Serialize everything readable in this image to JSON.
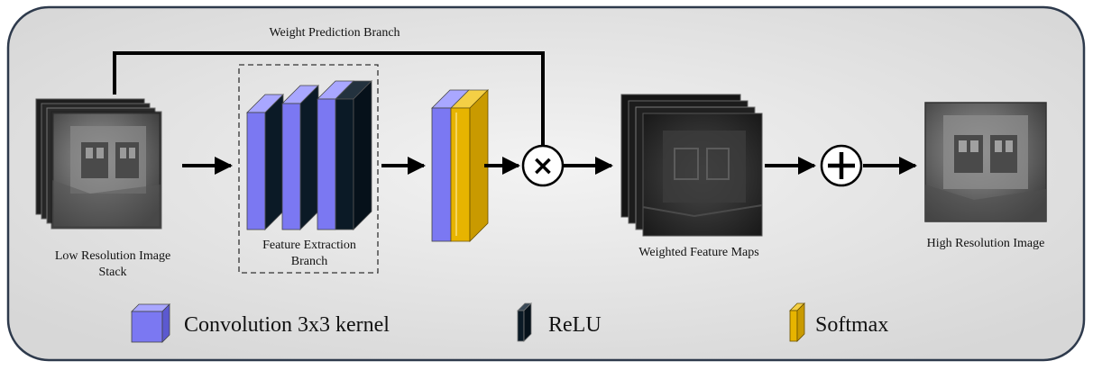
{
  "branches": {
    "weight_prediction": "Weight Prediction Branch",
    "feature_extraction_line1": "Feature Extraction",
    "feature_extraction_line2": "Branch"
  },
  "images": {
    "input_line1": "Low Resolution Image",
    "input_line2": "Stack",
    "weighted": "Weighted Feature Maps",
    "output": "High Resolution Image"
  },
  "operators": {
    "multiply": "×",
    "add": "+"
  },
  "legend": {
    "conv": "Convolution 3x3 kernel",
    "relu": "ReLU",
    "softmax": "Softmax"
  },
  "colors": {
    "conv": "#7b78f2",
    "relu": "#0b1a26",
    "softmax": "#e7b400",
    "panel_bg": "#e6e6e6",
    "frame": "#2e3a4c"
  }
}
